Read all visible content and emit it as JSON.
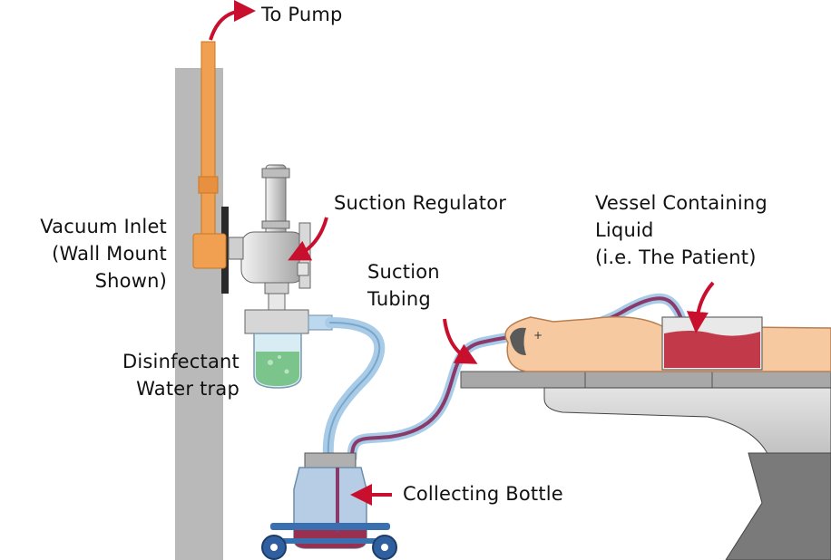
{
  "labels": {
    "to_pump": "To Pump",
    "vacuum_inlet": [
      "Vacuum Inlet",
      "(Wall Mount",
      "Shown)"
    ],
    "suction_regulator": "Suction Regulator",
    "vessel": [
      "Vessel Containing",
      "Liquid",
      "(i.e. The Patient)"
    ],
    "suction_tubing": [
      "Suction",
      "Tubing"
    ],
    "water_trap": [
      "Disinfectant",
      "Water trap"
    ],
    "collecting_bottle": "Collecting Bottle"
  },
  "colors": {
    "arrow": "#c8102e",
    "wall": "#b9b9b9",
    "pipe": "#f0a050",
    "tubing": "#a8cbe8",
    "blood": "#c23a4a",
    "skin": "#f7c9a0",
    "table": "#9a9a9a",
    "disinfectant": "#7bc48c"
  }
}
